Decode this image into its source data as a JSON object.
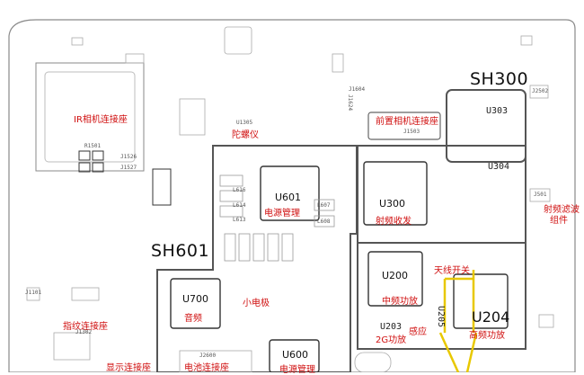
{
  "colors": {
    "board_line": "#8a8a8a",
    "shield_line": "#555555",
    "annotation": "#d01010",
    "highlight": "#e8c800"
  },
  "shields": {
    "sh300": "SH300",
    "sh601": "SH601"
  },
  "chips": {
    "u601": "U601",
    "u300": "U300",
    "u200": "U200",
    "u204": "U204",
    "u700": "U700",
    "u600": "U600",
    "u203": "U203",
    "u205": "U205",
    "u303": "U303",
    "u304": "U304"
  },
  "annotations": {
    "ir_camera": "IR相机连接座",
    "front_camera": "前置相机连接座",
    "pmic_u601": "电源管理",
    "rf_transceiver": "射频收发",
    "rf_filter_line1": "射频滤波",
    "rf_filter_line2": "组件",
    "antenna_switch": "天线开关",
    "mid_pa": "中频功放",
    "pa_2g": "2G功放",
    "hf_pa": "高频功放",
    "audio": "音频",
    "small_speaker": "小电极",
    "fingerprint": "指纹连接座",
    "display": "显示连接座",
    "battery": "电池连接座",
    "pmic_u600": "电源管理",
    "gyro": "陀螺仪",
    "sensor": "感应"
  },
  "small_labels": {
    "j1503": "J1503",
    "l616": "L616",
    "l614": "L614",
    "l613": "L613",
    "l607": "L607",
    "l608": "L608",
    "j2600": "J2600",
    "j2502": "J2502",
    "j501": "J501",
    "j1302": "J1302",
    "j1101": "J1101",
    "j1604": "J1604",
    "r1501": "R1501",
    "j1526": "J1526",
    "j1527": "J1527",
    "u1305": "U1305",
    "j1624": "J1624"
  }
}
